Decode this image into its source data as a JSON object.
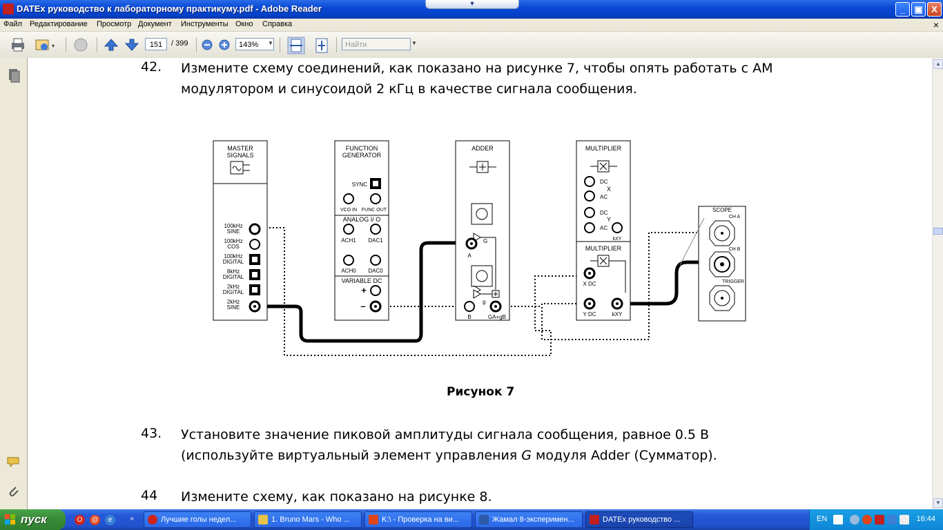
{
  "window": {
    "title": "DATEx руководство к лабораторному практикуму.pdf - Adobe Reader",
    "minimize": "_",
    "maximize": "▣",
    "close": "X"
  },
  "menu": {
    "items": [
      "Файл",
      "Редактирование",
      "Просмотр",
      "Документ",
      "Инструменты",
      "Окно",
      "Справка"
    ],
    "close": "×"
  },
  "toolbar": {
    "page_current": "151",
    "page_separator": "/ 399",
    "zoom": "143%",
    "search_placeholder": "Найти"
  },
  "document": {
    "p42_num": "42.",
    "p42_line1": "Измените схему соединений, как показано на рисунке 7, чтобы опять работать с AM",
    "p42_line2": "модулятором и синусоидой 2 кГц в качестве сигнала сообщения.",
    "caption": "Рисунок 7",
    "p43_num": "43.",
    "p43_line1": "Установите значение пиковой амплитуды сигнала сообщения, равное 0.5 В",
    "p43_line2a": "(используйте виртуальный элемент управления ",
    "p43_line2g": "G",
    "p43_line2b": " модуля Adder (Сумматор).",
    "p44_num": "44",
    "p44_line1": "Измените схему, как показано на рисунке 8."
  },
  "diagram": {
    "master": {
      "title1": "MASTER",
      "title2": "SIGNALS",
      "l1a": "100kHz",
      "l1b": "SINE",
      "l2a": "100kHz",
      "l2b": "COS",
      "l3a": "100kHz",
      "l3b": "DIGITAL",
      "l4a": "8kHz",
      "l4b": "DIGITAL",
      "l5a": "2kHz",
      "l5b": "DIGITAL",
      "l6a": "2kHz",
      "l6b": "SINE"
    },
    "funcgen": {
      "title1": "FUNCTION",
      "title2": "GENERATOR",
      "sync": "SYNC",
      "vco": "VCO IN",
      "funcout": "FUNC OUT",
      "analog": "ANALOG I/ O",
      "ach1": "ACH1",
      "dac1": "DAC1",
      "ach0": "ACH0",
      "dac0": "DAC0",
      "vardc": "VARIABLE DC",
      "plus": "+",
      "minus": "–"
    },
    "adder": {
      "title": "ADDER",
      "g": "G",
      "a": "A",
      "gsmall": "g",
      "b": "B",
      "out": "GA+gB"
    },
    "mult1": {
      "title": "MULTIPLIER",
      "dc1": "DC",
      "x": "X",
      "ac1": "AC",
      "dc2": "DC",
      "y": "Y",
      "ac2": "AC",
      "kxy": "kXY"
    },
    "mult2": {
      "title": "MULTIPLIER",
      "xdc": "X DC",
      "ydc": "Y DC",
      "kxy": "kXY"
    },
    "scope": {
      "title": "SCOPE",
      "cha": "CH A",
      "chb": "CH B",
      "trigger": "TRIGGER"
    }
  },
  "taskbar": {
    "start": "пуск",
    "tasks": [
      "Лучшие голы недел...",
      "1. Bruno Mars - Who ...",
      "K:\\ - Проверка на ви...",
      "Жамал 8-эксперимен...",
      "DATEx руководство ..."
    ],
    "lang": "EN",
    "clock": "16:44"
  }
}
